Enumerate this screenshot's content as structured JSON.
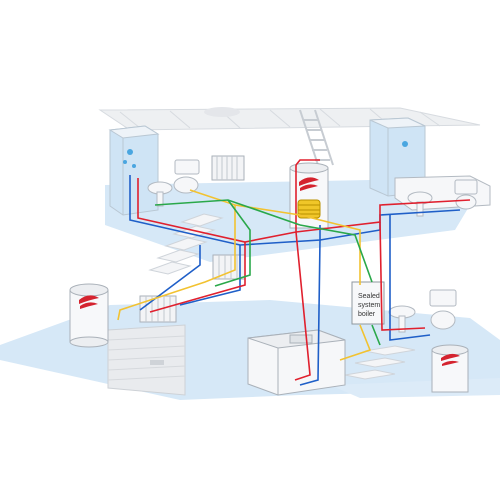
{
  "boiler_label": {
    "line1": "Sealed",
    "line2": "system",
    "line3": "boiler"
  },
  "colors": {
    "hot": "#e0202e",
    "cold": "#1f5fc8",
    "flow": "#f2c230",
    "return": "#2aa84a",
    "floor": "#d6e8f7",
    "brand": "#d4232f"
  }
}
